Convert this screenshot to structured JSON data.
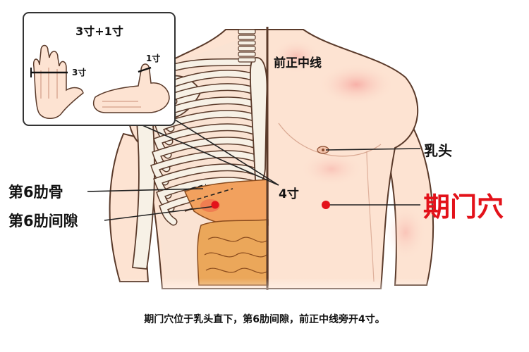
{
  "inset": {
    "title": "3寸+1寸",
    "three_cun": "3寸",
    "one_cun": "1寸"
  },
  "labels": {
    "midline": "前正中线",
    "nipple": "乳头",
    "rib6": "第6肋骨",
    "intercostal6": "第6肋间隙",
    "four_cun": "4寸",
    "point_name": "期门穴"
  },
  "caption": "期门穴位于乳头直下，第6肋间隙，前正中线旁开4寸。",
  "colors": {
    "point": "#e3121a",
    "skin": "#fde3d2",
    "skin_outline": "#5a3a2a",
    "bone": "#f7f1e6",
    "liver": "#f2a15e",
    "intestine": "#eba75a",
    "line": "#222222"
  }
}
